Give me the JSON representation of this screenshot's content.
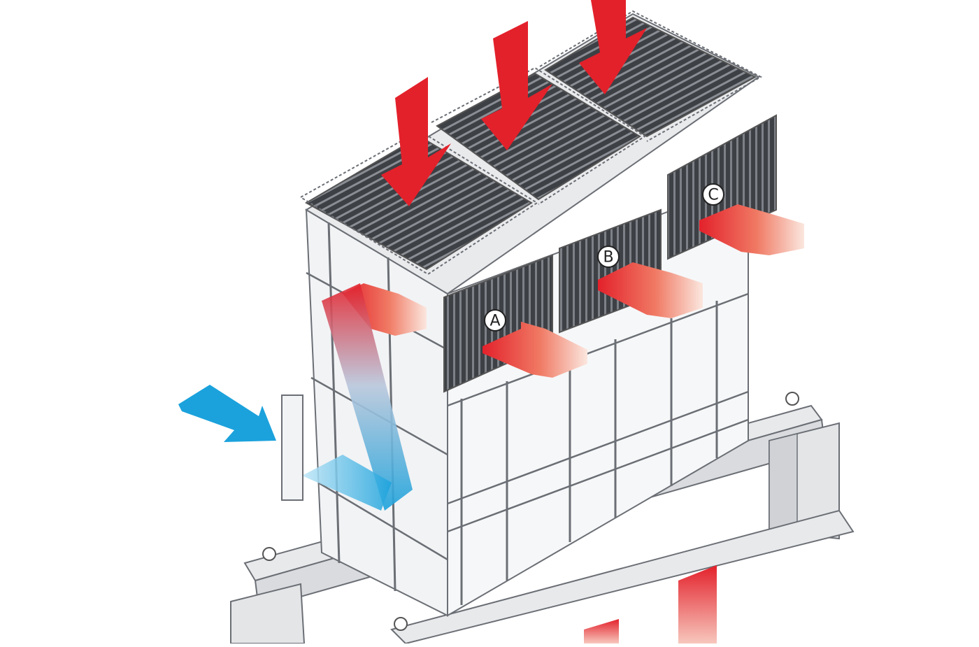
{
  "diagram": {
    "modules": [
      {
        "label": "A"
      },
      {
        "label": "B"
      },
      {
        "label": "C"
      }
    ],
    "colors": {
      "hot_flow": "#e3212b",
      "cold_flow": "#1ba2dc",
      "tubes": "#4a4d52",
      "casing": "#f2f3f5",
      "casing_edge": "#6b6f75"
    },
    "icons": [
      "hot-gas-inlet-arrow-icon",
      "cold-air-inlet-arrow-icon",
      "heated-outlet-arrow-icon",
      "lifting-lug-icon"
    ]
  }
}
